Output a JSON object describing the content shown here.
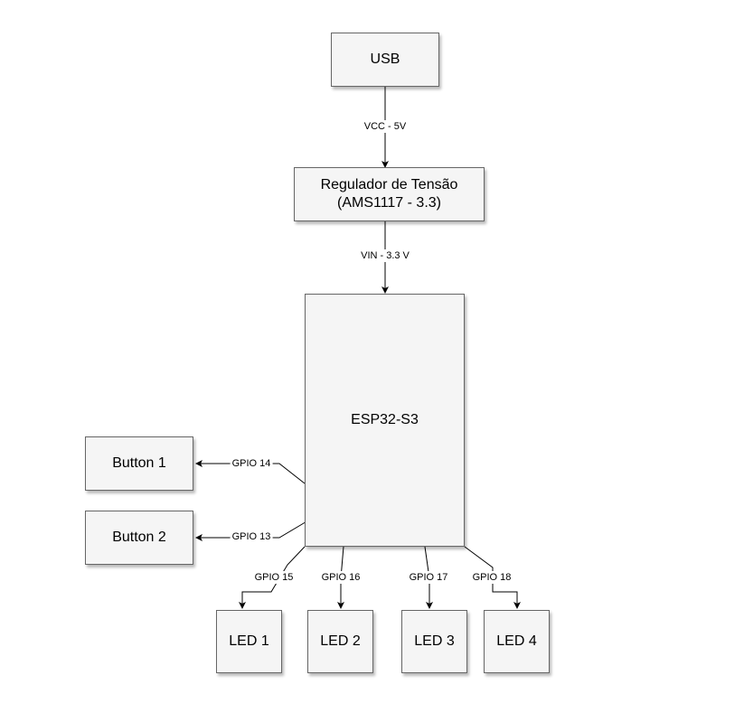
{
  "blocks": {
    "usb": "USB",
    "regulator": {
      "line1": "Regulador de Tensão",
      "line2": "(AMS1117 - 3.3)"
    },
    "mcu": "ESP32-S3",
    "button1": "Button 1",
    "button2": "Button 2",
    "led1": "LED 1",
    "led2": "LED 2",
    "led3": "LED 3",
    "led4": "LED 4"
  },
  "connections": {
    "usb_to_regulator": "VCC - 5V",
    "regulator_to_mcu": "VIN - 3.3 V",
    "mcu_to_button1": "GPIO 14",
    "mcu_to_button2": "GPIO 13",
    "mcu_to_led1": "GPIO 15",
    "mcu_to_led2": "GPIO 16",
    "mcu_to_led3": "GPIO 17",
    "mcu_to_led4": "GPIO 18"
  },
  "colors": {
    "box_fill": "#f5f5f5",
    "box_border": "#666666",
    "line": "#000000",
    "background": "#ffffff"
  }
}
